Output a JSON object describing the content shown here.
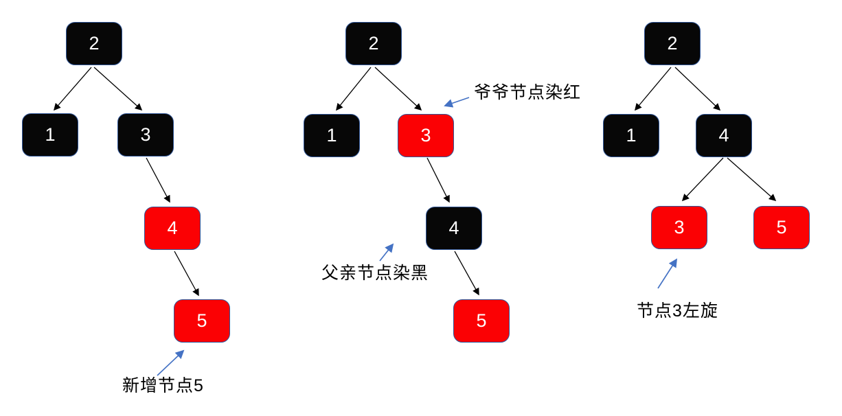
{
  "colors": {
    "black_node_fill": "#070707",
    "red_node_fill": "#fb0104",
    "node_border": "#2f5597",
    "node_text": "#ffffff",
    "edge": "#000000",
    "annotation_arrow": "#4472c4",
    "annotation_text": "#000000"
  },
  "trees": [
    {
      "nodes": [
        {
          "key": "2",
          "label": "2",
          "color": "black"
        },
        {
          "key": "1",
          "label": "1",
          "color": "black"
        },
        {
          "key": "3",
          "label": "3",
          "color": "black"
        },
        {
          "key": "4",
          "label": "4",
          "color": "red"
        },
        {
          "key": "5",
          "label": "5",
          "color": "red"
        }
      ],
      "edges": [
        [
          "2",
          "1"
        ],
        [
          "2",
          "3"
        ],
        [
          "3",
          "4"
        ],
        [
          "4",
          "5"
        ]
      ],
      "annotations": [
        {
          "text": "新增节点5",
          "target_node": "5"
        }
      ]
    },
    {
      "nodes": [
        {
          "key": "2",
          "label": "2",
          "color": "black"
        },
        {
          "key": "1",
          "label": "1",
          "color": "black"
        },
        {
          "key": "3",
          "label": "3",
          "color": "red"
        },
        {
          "key": "4",
          "label": "4",
          "color": "black"
        },
        {
          "key": "5",
          "label": "5",
          "color": "red"
        }
      ],
      "edges": [
        [
          "2",
          "1"
        ],
        [
          "2",
          "3"
        ],
        [
          "3",
          "4"
        ],
        [
          "4",
          "5"
        ]
      ],
      "annotations": [
        {
          "text": "爷爷节点染红",
          "target_node": "3"
        },
        {
          "text": "父亲节点染黑",
          "target_node": "4"
        }
      ]
    },
    {
      "nodes": [
        {
          "key": "2",
          "label": "2",
          "color": "black"
        },
        {
          "key": "1",
          "label": "1",
          "color": "black"
        },
        {
          "key": "4",
          "label": "4",
          "color": "black"
        },
        {
          "key": "3",
          "label": "3",
          "color": "red"
        },
        {
          "key": "5",
          "label": "5",
          "color": "red"
        }
      ],
      "edges": [
        [
          "2",
          "1"
        ],
        [
          "2",
          "4"
        ],
        [
          "4",
          "3"
        ],
        [
          "4",
          "5"
        ]
      ],
      "annotations": [
        {
          "text": "节点3左旋",
          "target_node": "3"
        }
      ]
    }
  ]
}
